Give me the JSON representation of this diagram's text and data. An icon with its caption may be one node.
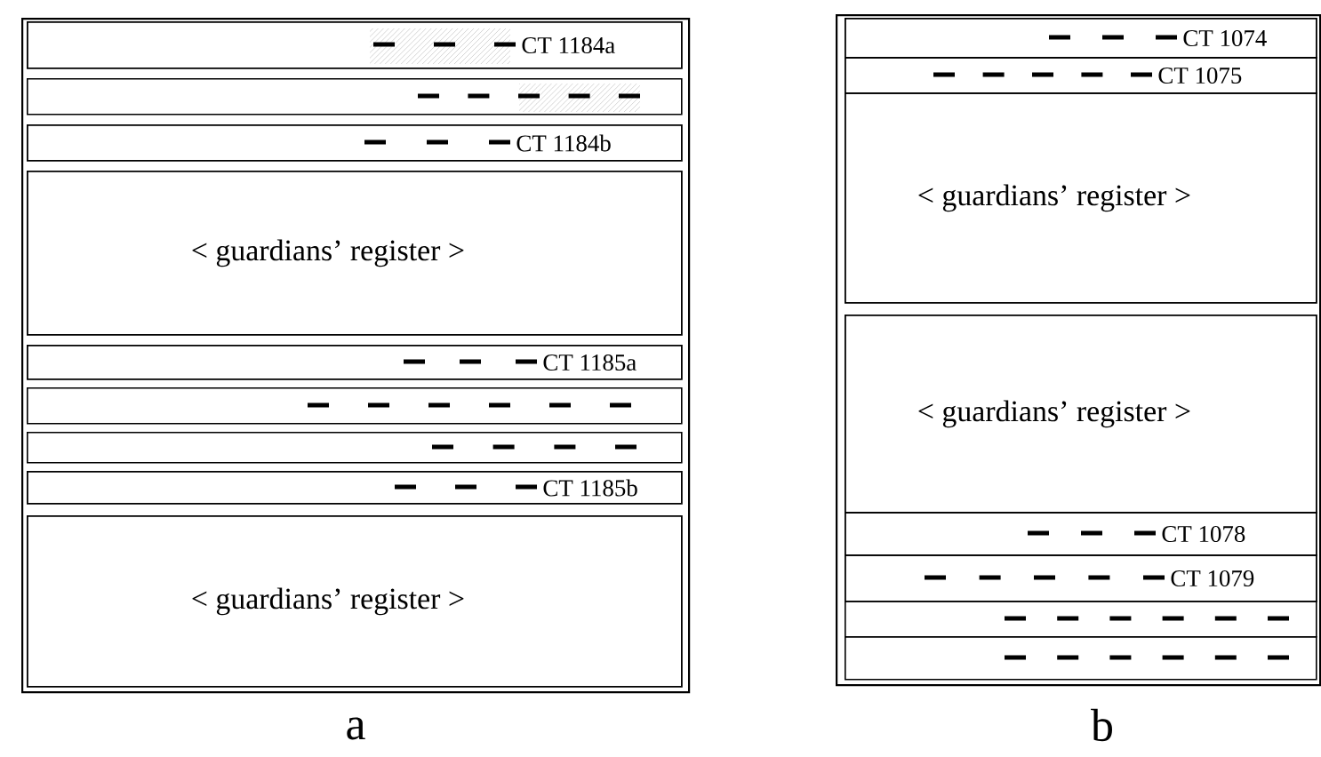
{
  "diagram": {
    "nodes": [
      {
        "text": [],
        "shape": "box"
      },
      {
        "text": [
          "CT 1184a"
        ],
        "in": 0
      },
      {
        "text": [],
        "shape": "bar",
        "in": 0
      },
      {
        "text": [
          "CT 1184b"
        ],
        "in": 0
      },
      {
        "text": [
          "< guardians’ register >"
        ],
        "in": 0
      },
      {
        "text": [
          "CT 1185a"
        ],
        "in": 0
      },
      {
        "text": [],
        "shape": "bar",
        "in": 0
      },
      {
        "text": [],
        "shape": "bar",
        "in": 0
      },
      {
        "text": [
          "CT 1185b"
        ],
        "in": 0
      },
      {
        "text": [
          "< guardians’ register >"
        ],
        "in": 0
      },
      {
        "text": [],
        "shape": "box"
      },
      {
        "text": [
          "CT 1074"
        ],
        "in": 10
      },
      {
        "text": [
          "CT 1075"
        ],
        "in": 10
      },
      {
        "text": [
          "< guardians’ register >"
        ],
        "in": 10
      },
      {
        "text": [
          "< guardians’ register >"
        ],
        "in": 10
      },
      {
        "text": [
          "CT 1078"
        ],
        "in": 10
      },
      {
        "text": [
          "CT 1079"
        ],
        "in": 10
      },
      {
        "text": [],
        "shape": "bar",
        "in": 10
      },
      {
        "text": [],
        "shape": "bar",
        "in": 10
      }
    ],
    "labels": [
      "a",
      "b"
    ]
  }
}
